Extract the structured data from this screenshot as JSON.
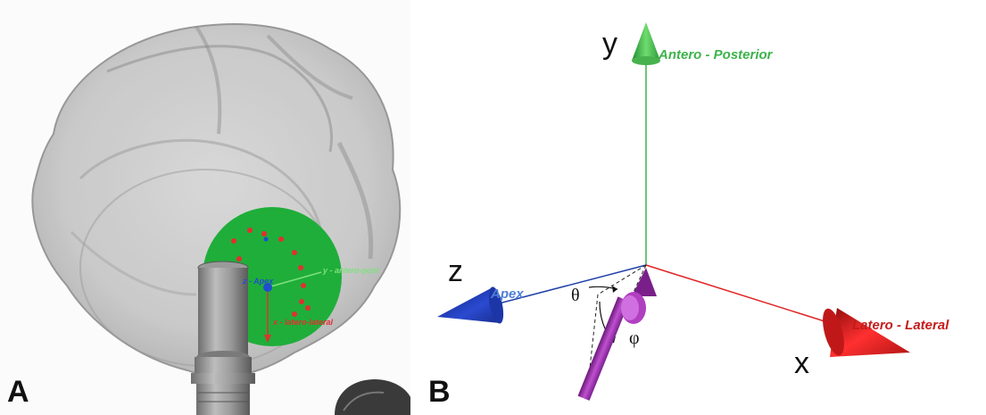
{
  "panel_a": {
    "letter": "A",
    "labels": {
      "apex": "z - Apex",
      "antero_post": "y - antero-post",
      "latero_lateral": "x - latero-lateral"
    },
    "colors": {
      "sphere": "#1fae3a",
      "apex": "#1f4fd0",
      "antero": "#7fe07f",
      "latero": "#e03030"
    }
  },
  "panel_b": {
    "letter": "B",
    "axes": {
      "y": {
        "letter": "y",
        "name": "Antero - Posterior",
        "color": "#3cb34a"
      },
      "z": {
        "letter": "z",
        "name": "Apex",
        "color": "#2140a8"
      },
      "x": {
        "letter": "x",
        "name": "Latero - Lateral",
        "color": "#e02424"
      }
    },
    "angles": {
      "theta": "θ",
      "phi": "φ"
    },
    "probe_color": "#a030b0"
  }
}
